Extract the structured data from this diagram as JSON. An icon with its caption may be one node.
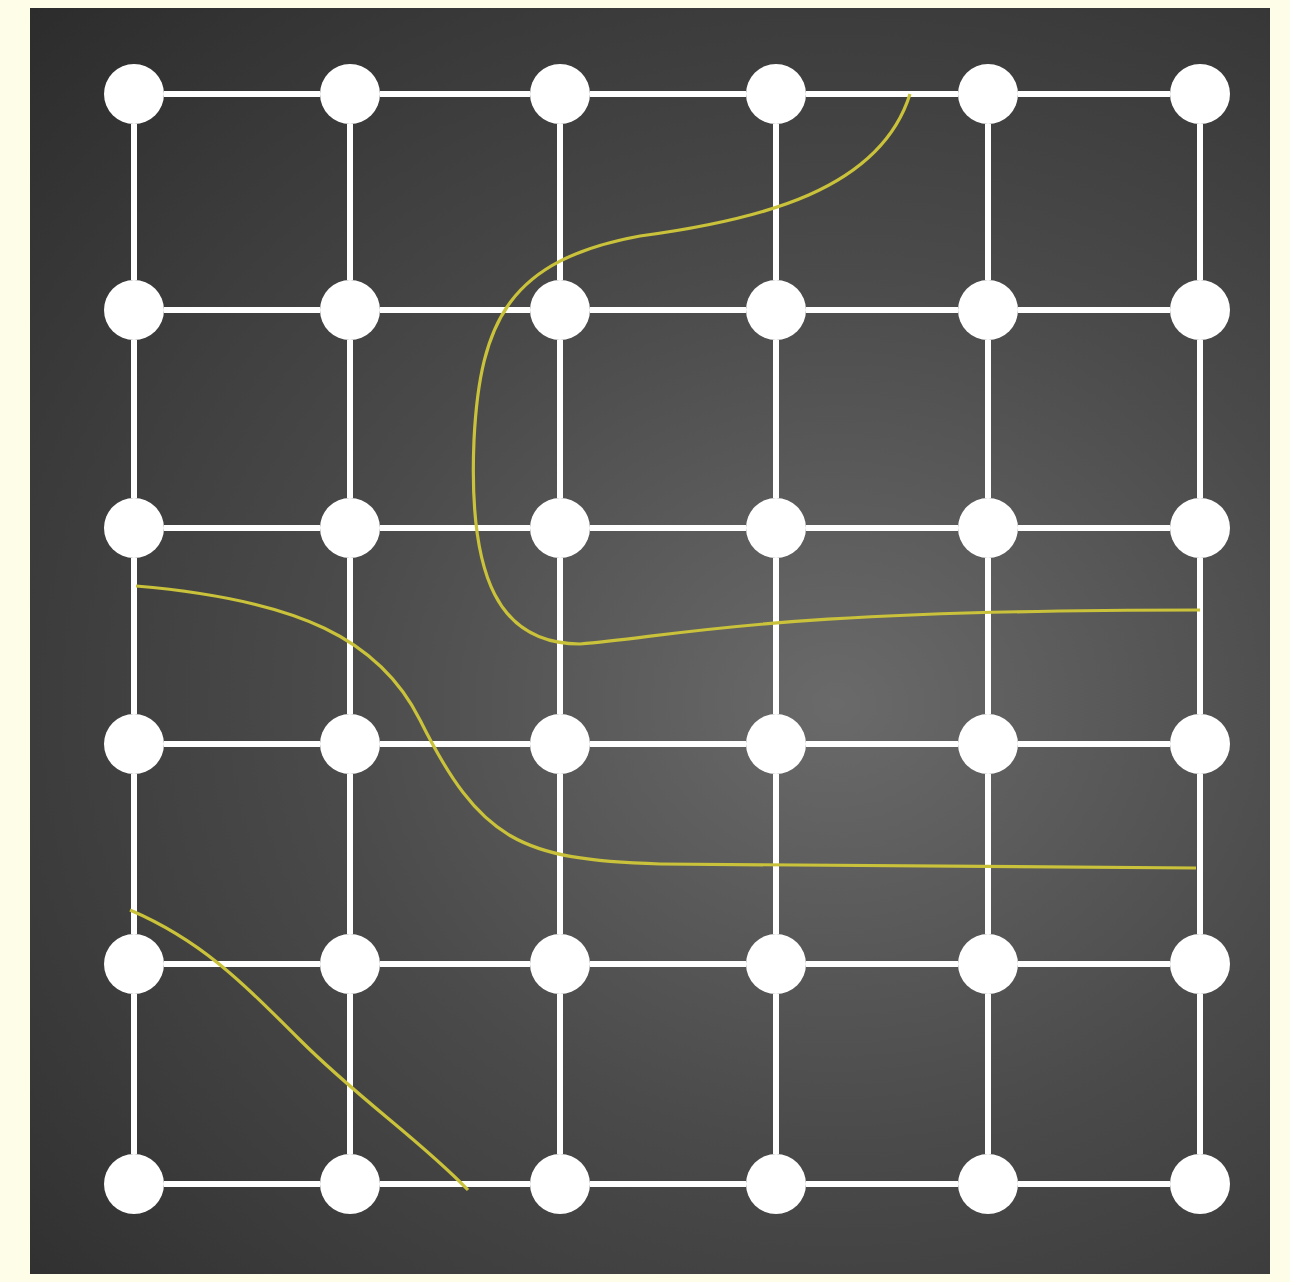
{
  "diagram": {
    "nodes": [
      {
        "text": [],
        "shape": "circle"
      },
      {
        "text": [],
        "shape": "circle"
      },
      {
        "text": [],
        "shape": "circle"
      },
      {
        "text": [],
        "shape": "circle"
      },
      {
        "text": [],
        "shape": "circle"
      },
      {
        "text": [],
        "shape": "circle"
      },
      {
        "text": [],
        "shape": "circle"
      },
      {
        "text": [],
        "shape": "circle"
      },
      {
        "text": [],
        "shape": "circle"
      },
      {
        "text": [],
        "shape": "circle"
      },
      {
        "text": [],
        "shape": "circle"
      },
      {
        "text": [],
        "shape": "circle"
      },
      {
        "text": [],
        "shape": "circle"
      },
      {
        "text": [],
        "shape": "circle"
      },
      {
        "text": [],
        "shape": "circle"
      },
      {
        "text": [],
        "shape": "circle"
      },
      {
        "text": [],
        "shape": "circle"
      },
      {
        "text": [],
        "shape": "circle"
      },
      {
        "text": [],
        "shape": "circle"
      },
      {
        "text": [],
        "shape": "circle"
      },
      {
        "text": [],
        "shape": "circle"
      },
      {
        "text": [],
        "shape": "circle"
      },
      {
        "text": [],
        "shape": "circle"
      },
      {
        "text": [],
        "shape": "circle"
      },
      {
        "text": [],
        "shape": "circle"
      },
      {
        "text": [],
        "shape": "circle"
      },
      {
        "text": [],
        "shape": "circle"
      },
      {
        "text": [],
        "shape": "circle"
      },
      {
        "text": [],
        "shape": "circle"
      },
      {
        "text": [],
        "shape": "circle"
      },
      {
        "text": [],
        "shape": "circle"
      },
      {
        "text": [],
        "shape": "circle"
      },
      {
        "text": [],
        "shape": "circle"
      },
      {
        "text": [],
        "shape": "circle"
      },
      {
        "text": [],
        "shape": "circle"
      },
      {
        "text": [],
        "shape": "circle"
      }
    ],
    "edges": [
      {
        "from": 0,
        "to": 1,
        "arrow": "none"
      },
      {
        "from": 1,
        "to": 2,
        "arrow": "none"
      },
      {
        "from": 2,
        "to": 3,
        "arrow": "none"
      },
      {
        "from": 3,
        "to": 4,
        "arrow": "none"
      },
      {
        "from": 4,
        "to": 5,
        "arrow": "none"
      },
      {
        "from": 6,
        "to": 7,
        "arrow": "none"
      },
      {
        "from": 7,
        "to": 8,
        "arrow": "none"
      },
      {
        "from": 8,
        "to": 9,
        "arrow": "none"
      },
      {
        "from": 9,
        "to": 10,
        "arrow": "none"
      },
      {
        "from": 10,
        "to": 11,
        "arrow": "none"
      },
      {
        "from": 12,
        "to": 13,
        "arrow": "none"
      },
      {
        "from": 13,
        "to": 14,
        "arrow": "none"
      },
      {
        "from": 14,
        "to": 15,
        "arrow": "none"
      },
      {
        "from": 15,
        "to": 16,
        "arrow": "none"
      },
      {
        "from": 16,
        "to": 17,
        "arrow": "none"
      },
      {
        "from": 18,
        "to": 19,
        "arrow": "none"
      },
      {
        "from": 19,
        "to": 20,
        "arrow": "none"
      },
      {
        "from": 20,
        "to": 21,
        "arrow": "none"
      },
      {
        "from": 21,
        "to": 22,
        "arrow": "none"
      },
      {
        "from": 22,
        "to": 23,
        "arrow": "none"
      },
      {
        "from": 24,
        "to": 25,
        "arrow": "none"
      },
      {
        "from": 25,
        "to": 26,
        "arrow": "none"
      },
      {
        "from": 26,
        "to": 27,
        "arrow": "none"
      },
      {
        "from": 27,
        "to": 28,
        "arrow": "none"
      },
      {
        "from": 28,
        "to": 29,
        "arrow": "none"
      },
      {
        "from": 30,
        "to": 31,
        "arrow": "none"
      },
      {
        "from": 31,
        "to": 32,
        "arrow": "none"
      },
      {
        "from": 32,
        "to": 33,
        "arrow": "none"
      },
      {
        "from": 33,
        "to": 34,
        "arrow": "none"
      },
      {
        "from": 34,
        "to": 35,
        "arrow": "none"
      },
      {
        "from": 0,
        "to": 6,
        "arrow": "none"
      },
      {
        "from": 1,
        "to": 7,
        "arrow": "none"
      },
      {
        "from": 2,
        "to": 8,
        "arrow": "none"
      },
      {
        "from": 3,
        "to": 9,
        "arrow": "none"
      },
      {
        "from": 4,
        "to": 10,
        "arrow": "none"
      },
      {
        "from": 5,
        "to": 11,
        "arrow": "none"
      },
      {
        "from": 6,
        "to": 12,
        "arrow": "none"
      },
      {
        "from": 7,
        "to": 13,
        "arrow": "none"
      },
      {
        "from": 8,
        "to": 14,
        "arrow": "none"
      },
      {
        "from": 9,
        "to": 15,
        "arrow": "none"
      },
      {
        "from": 10,
        "to": 16,
        "arrow": "none"
      },
      {
        "from": 11,
        "to": 17,
        "arrow": "none"
      },
      {
        "from": 12,
        "to": 18,
        "arrow": "none"
      },
      {
        "from": 13,
        "to": 19,
        "arrow": "none"
      },
      {
        "from": 14,
        "to": 20,
        "arrow": "none"
      },
      {
        "from": 15,
        "to": 21,
        "arrow": "none"
      },
      {
        "from": 16,
        "to": 22,
        "arrow": "none"
      },
      {
        "from": 17,
        "to": 23,
        "arrow": "none"
      },
      {
        "from": 18,
        "to": 24,
        "arrow": "none"
      },
      {
        "from": 19,
        "to": 25,
        "arrow": "none"
      },
      {
        "from": 20,
        "to": 26,
        "arrow": "none"
      },
      {
        "from": 21,
        "to": 27,
        "arrow": "none"
      },
      {
        "from": 22,
        "to": 28,
        "arrow": "none"
      },
      {
        "from": 23,
        "to": 29,
        "arrow": "none"
      },
      {
        "from": 24,
        "to": 30,
        "arrow": "none"
      },
      {
        "from": 25,
        "to": 31,
        "arrow": "none"
      },
      {
        "from": 26,
        "to": 32,
        "arrow": "none"
      },
      {
        "from": 27,
        "to": 33,
        "arrow": "none"
      },
      {
        "from": 28,
        "to": 34,
        "arrow": "none"
      },
      {
        "from": 29,
        "to": 35,
        "arrow": "none"
      }
    ]
  }
}
